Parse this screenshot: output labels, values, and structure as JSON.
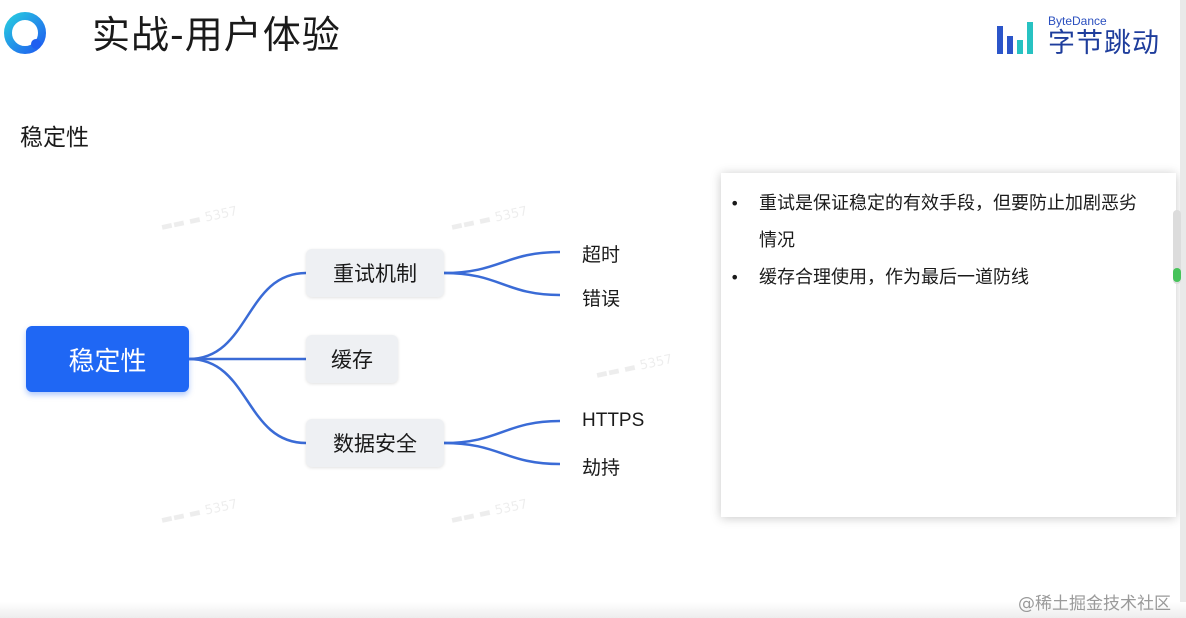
{
  "slide": {
    "title": "实战-用户体验",
    "section_label": "稳定性"
  },
  "brand": {
    "name_en": "ByteDance",
    "name_cn": "字节跳动",
    "bar_color": "#2b55c9",
    "accent_color": "#27c2c2"
  },
  "mindmap": {
    "root": "稳定性",
    "branches": [
      {
        "label": "重试机制",
        "leaves": [
          "超时",
          "错误"
        ]
      },
      {
        "label": "缓存",
        "leaves": []
      },
      {
        "label": "数据安全",
        "leaves": [
          "HTTPS",
          "劫持"
        ]
      }
    ],
    "line_color": "#3a6bd6",
    "root_color": "#1f67f4"
  },
  "notes": [
    "重试是保证稳定的有效手段，但要防止加剧恶劣情况",
    "缓存合理使用，作为最后一道防线"
  ],
  "credit": "@稀土掘金技术社区"
}
